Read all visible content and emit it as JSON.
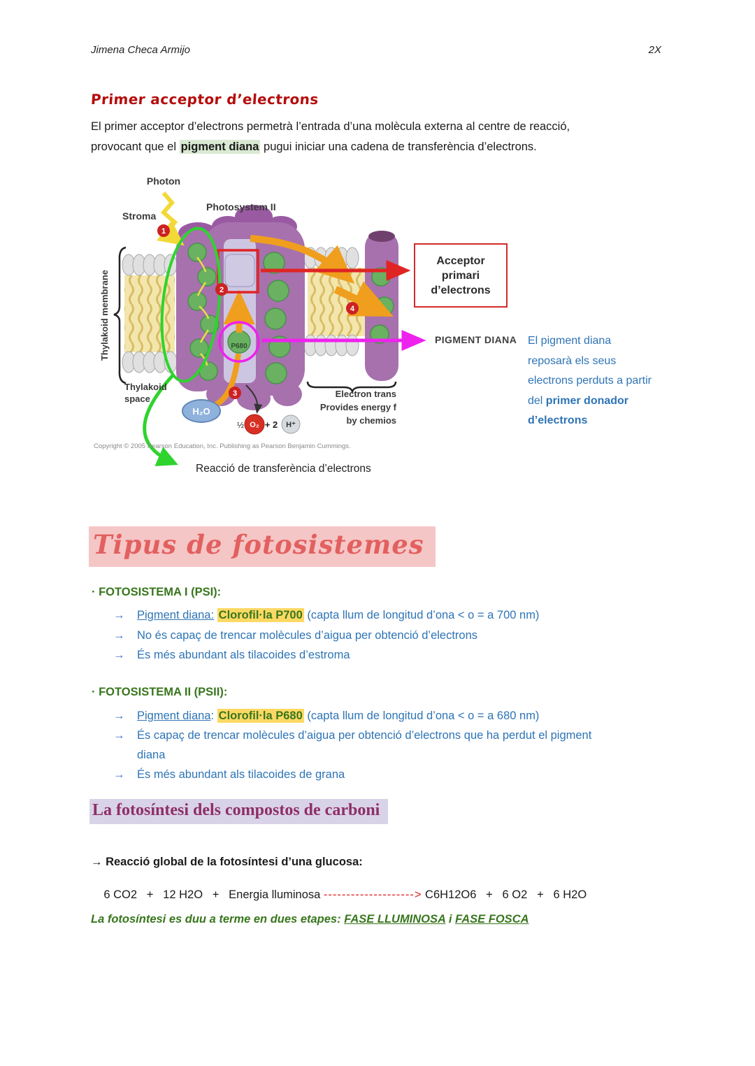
{
  "header": {
    "left": "Jimena Checa Armijo",
    "right": "2X"
  },
  "section1": {
    "title": "Primer acceptor d’electrons",
    "line1": "El primer acceptor d’electrons permetrà l’entrada d’una molècula externa al centre de reacció,",
    "line2_pre": "provocant que el ",
    "line2_hl": "pigment diana",
    "line2_post": " pugui iniciar una cadena de transferència d’electrons."
  },
  "diagram": {
    "photon": "Photon",
    "stroma": "Stroma",
    "photosystem": "Photosystem II",
    "thylakoid_membrane": "Thylakoid membrane",
    "thylakoid_space_1": "Thylakoid",
    "thylakoid_space_2": "space",
    "h2o": "H₂O",
    "p680": "P680",
    "half": "½",
    "o2": "O₂",
    "plus_2h": "+ 2",
    "h_plus": "H⁺",
    "step1": "1",
    "step2": "2",
    "step3": "3",
    "step4": "4",
    "etc_line1": "Electron trans",
    "etc_line2": "Provides energy f",
    "etc_line3": "by chemios",
    "copyright": "Copyright © 2005 Pearson Education, Inc. Publishing as Pearson Benjamin Cummings.",
    "caption": "Reacció de transferència d’electrons",
    "acceptor_line1": "Acceptor",
    "acceptor_line2": "primari",
    "acceptor_line3": "d’electrons",
    "pigment_diana": "PIGMENT DIANA",
    "note_text": "El pigment diana reposarà els seus electrons perduts a partir del ",
    "note_bold": "primer donador d’electrons"
  },
  "section2": {
    "title": "Tipus de fotosistemes",
    "arrow": "→",
    "ps1": {
      "heading": "· FOTOSISTEMA I (PSI):",
      "item1_label": "Pigment diana:",
      "item1_space": " ",
      "item1_hl": "Clorofil·la P700",
      "item1_rest": " (capta llum de longitud d’ona < o = a 700 nm)",
      "item2": "No és capaç de trencar molècules d’aigua per obtenció d’electrons",
      "item3": "És més abundant als tilacoides d’estroma"
    },
    "ps2": {
      "heading": "· FOTOSISTEMA II (PSII):",
      "item1_label": "Pigment diana",
      "item1_colon": ": ",
      "item1_hl": "Clorofil·la P680",
      "item1_rest": " (capta llum de longitud d’ona < o = a 680 nm)",
      "item2_line1": "És capaç de trencar molècules d’aigua per obtenció d’electrons que ha perdut el pigment",
      "item2_line2": "diana",
      "item3": "És més abundant als tilacoides de grana"
    }
  },
  "section3": {
    "title": "La fotosíntesi dels compostos de carboni",
    "reaction_arrow": "→ ",
    "reaction_label": "Reacció global de la fotosíntesi d’una glucosa:",
    "formula_left": "6 CO2   +   12 H2O   +   Energia lluminosa ",
    "formula_dashes": "-------------------->",
    "formula_right": " C6H12O6   +   6 O2   +   6 H2O",
    "final_pre": "La fotosíntesi es duu a terme en dues etapes: ",
    "final_u1": "FASE LLUMINOSA",
    "final_mid": " i ",
    "final_u2": "FASE FOSCA"
  }
}
